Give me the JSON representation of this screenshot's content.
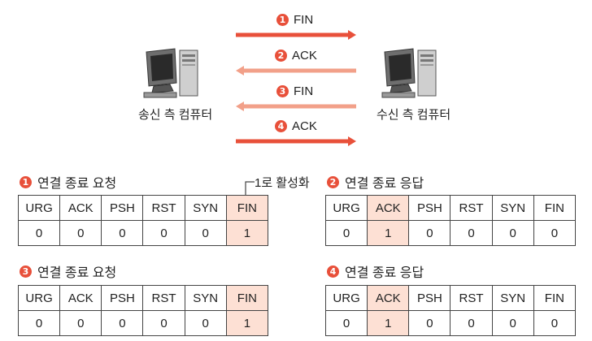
{
  "messages": [
    {
      "num": "1",
      "label": "FIN",
      "direction": "right",
      "color": "#e8503a"
    },
    {
      "num": "2",
      "label": "ACK",
      "direction": "left",
      "color": "#f2a089"
    },
    {
      "num": "3",
      "label": "FIN",
      "direction": "left",
      "color": "#f2a089"
    },
    {
      "num": "4",
      "label": "ACK",
      "direction": "right",
      "color": "#e8503a"
    }
  ],
  "sender_label": "송신 측 컴퓨터",
  "receiver_label": "수신 측 컴퓨터",
  "callout": "1로 활성화",
  "flag_headers": [
    "URG",
    "ACK",
    "PSH",
    "RST",
    "SYN",
    "FIN"
  ],
  "tables": [
    {
      "num": "1",
      "title": "연결 종료 요청",
      "values": [
        "0",
        "0",
        "0",
        "0",
        "0",
        "1"
      ],
      "highlight": "FIN"
    },
    {
      "num": "2",
      "title": "연결 종료 응답",
      "values": [
        "0",
        "1",
        "0",
        "0",
        "0",
        "0"
      ],
      "highlight": "ACK"
    },
    {
      "num": "3",
      "title": "연결 종료 요청",
      "values": [
        "0",
        "0",
        "0",
        "0",
        "0",
        "1"
      ],
      "highlight": "FIN"
    },
    {
      "num": "4",
      "title": "연결 종료 응답",
      "values": [
        "0",
        "1",
        "0",
        "0",
        "0",
        "0"
      ],
      "highlight": "ACK"
    }
  ],
  "colors": {
    "accent": "#e8503a",
    "accent_light": "#f2a089",
    "highlight_cell": "#fde0d4"
  }
}
